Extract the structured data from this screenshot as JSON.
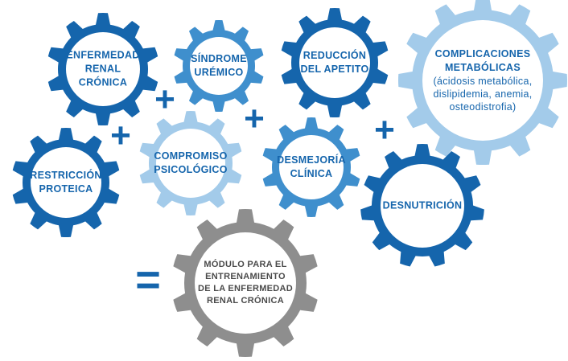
{
  "colors": {
    "dark_blue": "#1565ac",
    "mid_blue": "#3f8fcd",
    "light_blue": "#a3cbea",
    "gray": "#8e8e8e",
    "gray_text": "#4a4a4a"
  },
  "gears": {
    "enfermedad_renal": {
      "lines": [
        "ENFERMEDAD",
        "RENAL",
        "CRÓNICA"
      ]
    },
    "sindrome_uremico": {
      "lines": [
        "SÍNDROME",
        "URÉMICO"
      ]
    },
    "reduccion_apetito": {
      "lines": [
        "REDUCCIÓN",
        "DEL APETITO"
      ]
    },
    "complicaciones": {
      "lines": [
        "COMPLICACIONES",
        "METABÓLICAS"
      ],
      "detail": [
        "(ácidosis metabólica,",
        "dislipidemia, anemia,",
        "osteodistrofia)"
      ]
    },
    "restriccion_proteica": {
      "lines": [
        "RESTRICCIÓN",
        "PROTEICA"
      ]
    },
    "compromiso_psicologico": {
      "lines": [
        "COMPROMISO",
        "PSICOLÓGICO"
      ]
    },
    "desmejoria_clinica": {
      "lines": [
        "DESMEJORÍA",
        "CLÍNICA"
      ]
    },
    "desnutricion": {
      "lines": [
        "DESNUTRICIÓN"
      ]
    },
    "modulo": {
      "lines": [
        "MÓDULO PARA EL",
        "ENTRENAMIENTO",
        "DE LA ENFERMEDAD",
        "RENAL CRÓNICA"
      ]
    }
  },
  "operators": {
    "plus": "+",
    "equals": "="
  }
}
